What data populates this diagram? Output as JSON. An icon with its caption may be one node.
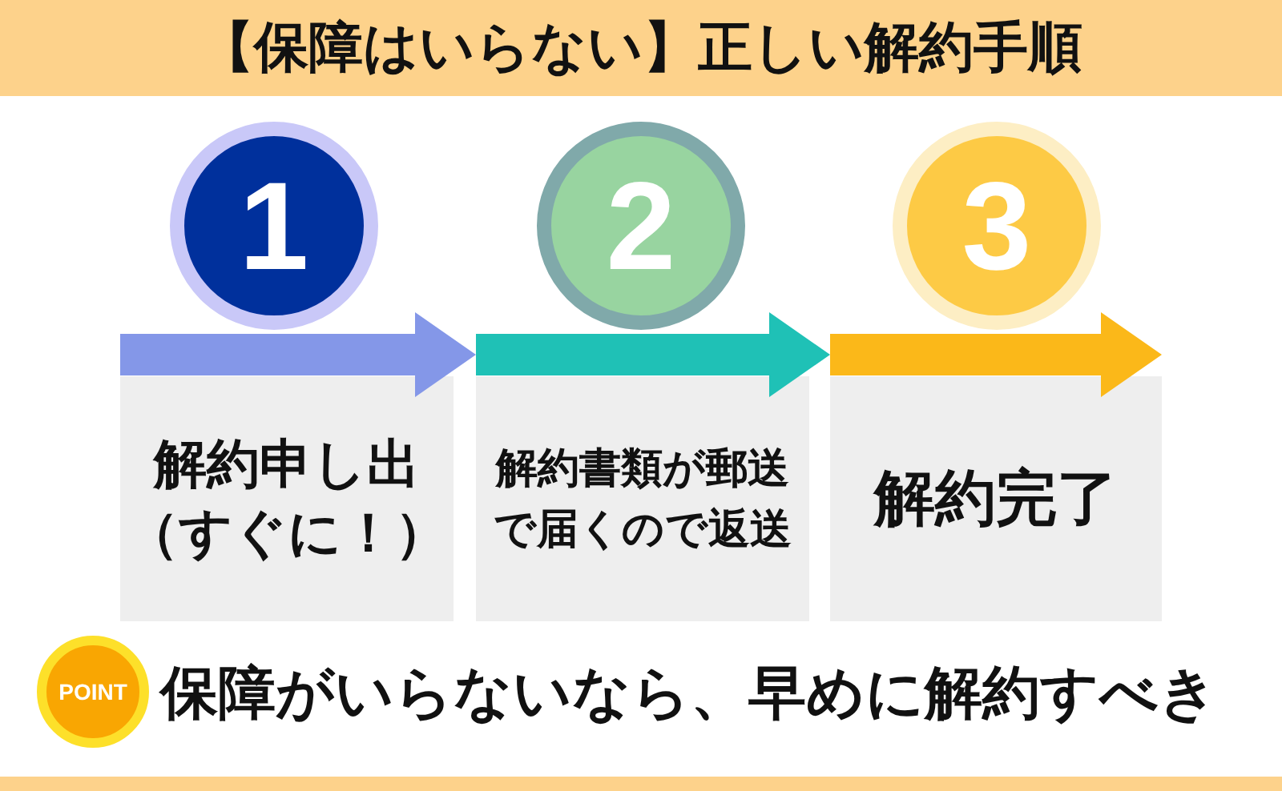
{
  "diagram": {
    "title": "【保障はいらない】正しい解約手順",
    "nodes": [
      {
        "text": [
          "1"
        ]
      },
      {
        "text": [
          "2"
        ]
      },
      {
        "text": [
          "3"
        ]
      },
      {
        "text": [
          "解約申し出（すぐに！）"
        ]
      },
      {
        "text": [
          "解約書類が郵送で届くので返送"
        ]
      },
      {
        "text": [
          "解約完了"
        ]
      },
      {
        "text": [
          "POINT"
        ]
      }
    ],
    "edges": [
      {
        "from": 3,
        "to": 4,
        "arrow": "to",
        "color": "#8497e8"
      },
      {
        "from": 4,
        "to": 5,
        "arrow": "to",
        "color": "#1fc1b6"
      },
      {
        "from": 5,
        "to": null,
        "arrow": "to",
        "color": "#fbb819"
      }
    ],
    "labels": [
      "保障がいらないなら、早めに解約すべき"
    ]
  }
}
